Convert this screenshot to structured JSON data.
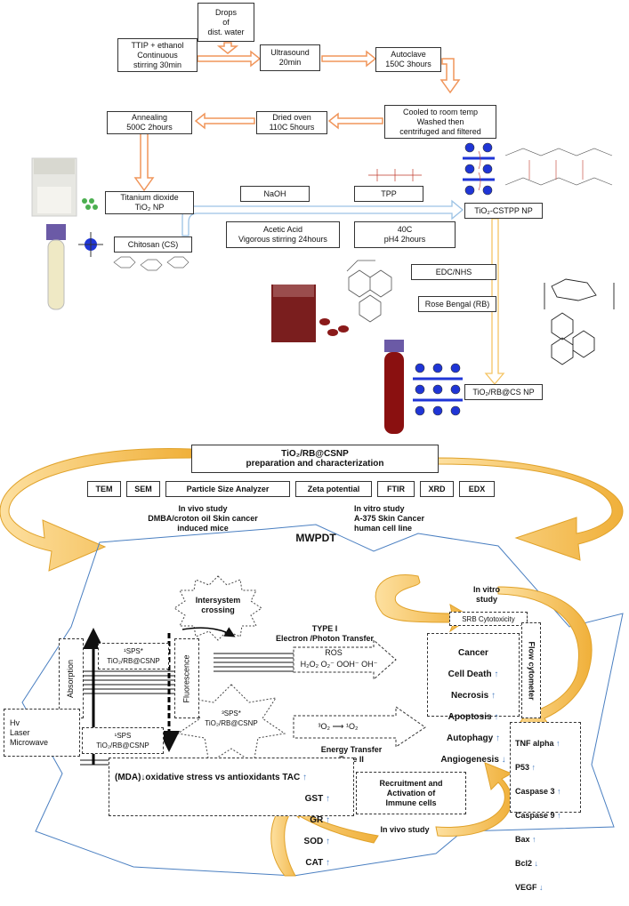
{
  "synthesis": {
    "drops": "Drops\nof\ndist. water",
    "ttip": "TTIP + ethanol\nContinuous\nstirring 30min",
    "ultrasound": "Ultrasound\n20min",
    "autoclave": "Autoclave\n150C 3hours",
    "cooled": "Cooled to room temp\nWashed then\ncentrifuged and filtered",
    "dried": "Dried oven\n110C 5hours",
    "annealing": "Annealing\n500C 2hours",
    "tio2": "Titanium dioxide\nTiO₂ NP",
    "naoh": "NaOH",
    "tpp": "TPP",
    "tio2_cstpp": "TiO₂-CSTPP NP",
    "chitosan": "Chitosan (CS)",
    "acetic": "Acetic Acid\nVigorous stirring 24hours",
    "forty": "40C\npH4 2hours",
    "edc": "EDC/NHS",
    "rb": "Rose Bengal (RB)",
    "tio2_rb": "TiO₂/RB@CS NP"
  },
  "characterization": {
    "title": "TiO₂/RB@CSNP\npreparation and characterization",
    "methods": [
      "TEM",
      "SEM",
      "Particle Size Analyzer",
      "Zeta potential",
      "FTIR",
      "XRD",
      "EDX"
    ]
  },
  "study": {
    "in_vivo": "In vivo study\nDMBA/croton oil Skin cancer\ninduced mice",
    "in_vitro": "In vitro study\nA-375 Skin Cancer\nhuman cell line",
    "mwpdt": "MWPDT",
    "in_vitro_short": "In vitro\nstudy",
    "in_vivo_short": "In vivo study"
  },
  "mechanism": {
    "intersystem": "Intersystem\ncrossing",
    "srb": "SRB Cytotoxicity",
    "type1": "TYPE I\nElectron /Photon Transfer",
    "ros": "ROS",
    "ros_species": "H₂O₂  O₂⁻  OOH⁻  OH⁻",
    "singlet_ox": "³O₂  ⟶  ¹O₂",
    "energy": "Energy Transfer\nType II",
    "absorption": "Absorption",
    "fluorescence": "Fluorescence",
    "sps1_excited": "¹SPS*\nTiO₂/RB@CSNP",
    "sps3_excited": "³SPS*\nTiO₂/RB@CSNP",
    "sps1_ground": "¹SPS\nTiO₂/RB@CSNP",
    "hv": "Hv\nLaser\nMicrowave",
    "flow": "Flow cytometer"
  },
  "cancer_death": {
    "items": [
      "Cancer",
      "Cell Death",
      "Necrosis",
      "Apoptosis",
      "Autophagy",
      "Angiogenesis"
    ],
    "arrows": [
      "↑",
      "↑",
      "↑",
      "↑",
      "↓"
    ]
  },
  "markers": {
    "items": [
      "TNF alpha",
      "P53",
      "Caspase 3",
      "Caspase 9",
      "Bax",
      "Bcl2",
      "VEGF"
    ],
    "arrows": [
      "↑",
      "↑",
      "↑",
      "↑",
      "↑",
      "↓",
      "↓"
    ]
  },
  "oxidative": {
    "title": "(MDA)↓oxidative stress vs antioxidants TAC",
    "items": [
      "GST",
      "GR",
      "SOD",
      "CAT"
    ],
    "arrows": [
      "↑",
      "↑",
      "↑",
      "↑",
      "↑"
    ]
  },
  "immune": "Recruitment and\nActivation of\nImmune cells",
  "colors": {
    "orange": "#f0955a",
    "blue": "#9cc2e5",
    "gold": "#f5c463",
    "darkgold": "#e0a22a",
    "purple": "#5a4aa0",
    "red": "#8a1a1a"
  }
}
